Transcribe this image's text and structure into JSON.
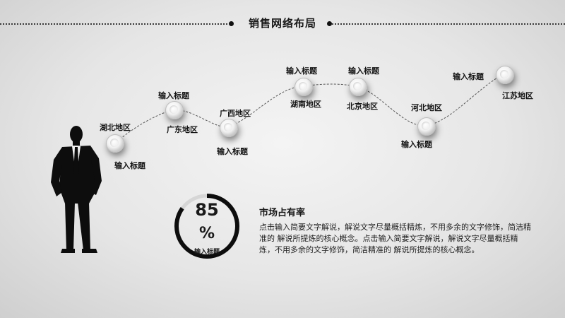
{
  "header": {
    "title": "销售网络布局"
  },
  "route": {
    "nodes": [
      {
        "region": "湖北地区",
        "caption": "输入标题"
      },
      {
        "region": "广东地区",
        "caption": "输入标题"
      },
      {
        "region": "广西地区",
        "caption": "输入标题"
      },
      {
        "region": "湖南地区",
        "caption": "输入标题"
      },
      {
        "region": "北京地区",
        "caption": "输入标题"
      },
      {
        "region": "河北地区",
        "caption": "输入标题"
      },
      {
        "region": "江苏地区",
        "caption": "输入标题"
      }
    ]
  },
  "gauge": {
    "value": "85",
    "unit": "%",
    "percent": 85,
    "caption": "输入标题"
  },
  "info": {
    "title": "市场占有率",
    "body": "点击输入简要文字解说，解说文字尽量概括精炼，不用多余的文字修饰，简洁精准的 解说所提炼的核心概念。点击输入简要文字解说，解说文字尽量概括精炼，不用多余的文字修饰，简洁精准的 解说所提炼的核心概念。"
  },
  "colors": {
    "ink": "#111111",
    "background": "#e8e8e8"
  }
}
